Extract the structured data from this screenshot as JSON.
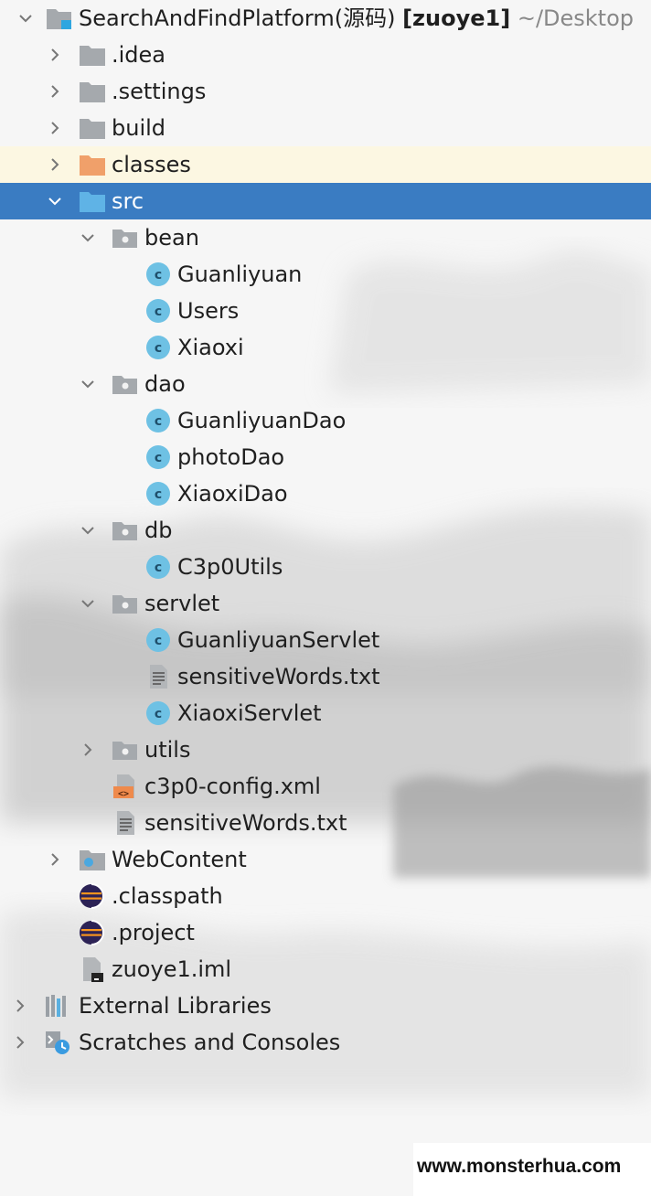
{
  "project": {
    "name": "SearchAndFindPlatform(源码)",
    "module": "[zuoye1]",
    "path": "~/Desktop"
  },
  "items": [
    {
      "label": ".idea",
      "icon": "folder-icon"
    },
    {
      "label": ".settings",
      "icon": "folder-icon"
    },
    {
      "label": "build",
      "icon": "folder-icon"
    },
    {
      "label": "classes",
      "icon": "orange-folder-icon"
    },
    {
      "label": "src",
      "icon": "source-folder-icon"
    },
    {
      "label": "bean",
      "icon": "package-icon"
    },
    {
      "label": "Guanliyuan",
      "icon": "class-icon"
    },
    {
      "label": "Users",
      "icon": "class-icon"
    },
    {
      "label": "Xiaoxi",
      "icon": "class-icon"
    },
    {
      "label": "dao",
      "icon": "package-icon"
    },
    {
      "label": "GuanliyuanDao",
      "icon": "class-icon"
    },
    {
      "label": "photoDao",
      "icon": "class-icon"
    },
    {
      "label": "XiaoxiDao",
      "icon": "class-icon"
    },
    {
      "label": "db",
      "icon": "package-icon"
    },
    {
      "label": "C3p0Utils",
      "icon": "class-icon"
    },
    {
      "label": "servlet",
      "icon": "package-icon"
    },
    {
      "label": "GuanliyuanServlet",
      "icon": "class-icon"
    },
    {
      "label": "sensitiveWords.txt",
      "icon": "text-file-icon"
    },
    {
      "label": "XiaoxiServlet",
      "icon": "class-icon"
    },
    {
      "label": "utils",
      "icon": "package-icon"
    },
    {
      "label": "c3p0-config.xml",
      "icon": "xml-file-icon"
    },
    {
      "label": "sensitiveWords.txt",
      "icon": "text-file-icon"
    },
    {
      "label": "WebContent",
      "icon": "web-folder-icon"
    },
    {
      "label": ".classpath",
      "icon": "eclipse-icon"
    },
    {
      "label": ".project",
      "icon": "eclipse-icon"
    },
    {
      "label": "zuoye1.iml",
      "icon": "iml-file-icon"
    },
    {
      "label": "External Libraries",
      "icon": "libraries-icon"
    },
    {
      "label": "Scratches and Consoles",
      "icon": "scratches-icon"
    }
  ],
  "watermark": "www.monsterhua.com",
  "colors": {
    "selection": "#3a7cc2",
    "class_icon": "#6ec1e4",
    "folder": "#a5a9ad",
    "classes_folder": "#f0a06a"
  }
}
